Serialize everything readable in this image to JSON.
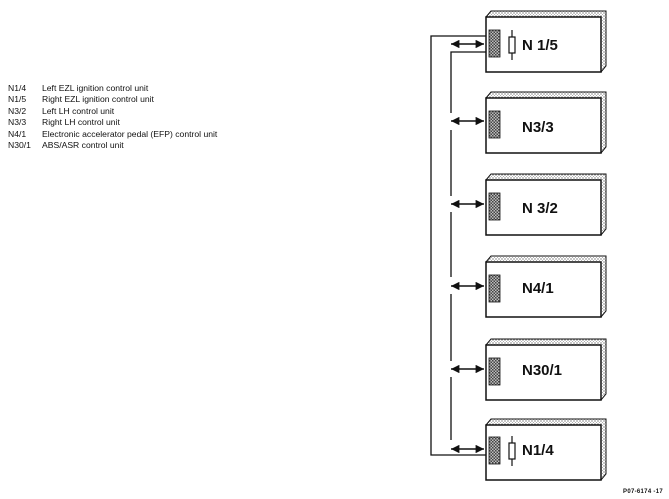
{
  "legend": [
    {
      "code": "N1/4",
      "desc": "Left EZL ignition control unit"
    },
    {
      "code": "N1/5",
      "desc": "Right EZL ignition control unit"
    },
    {
      "code": "N3/2",
      "desc": "Left LH control unit"
    },
    {
      "code": "N3/3",
      "desc": "Right LH control unit"
    },
    {
      "code": "N4/1",
      "desc": "Electronic accelerator pedal (EFP) control unit"
    },
    {
      "code": "N30/1",
      "desc": "ABS/ASR control unit"
    }
  ],
  "modules": [
    {
      "label": "N 1/5",
      "resistor": true
    },
    {
      "label": "N3/3",
      "resistor": false
    },
    {
      "label": "N 3/2",
      "resistor": false
    },
    {
      "label": "N4/1",
      "resistor": false
    },
    {
      "label": "N30/1",
      "resistor": false
    },
    {
      "label": "N1/4",
      "resistor": true
    }
  ],
  "footer": "P07-6174 -17"
}
